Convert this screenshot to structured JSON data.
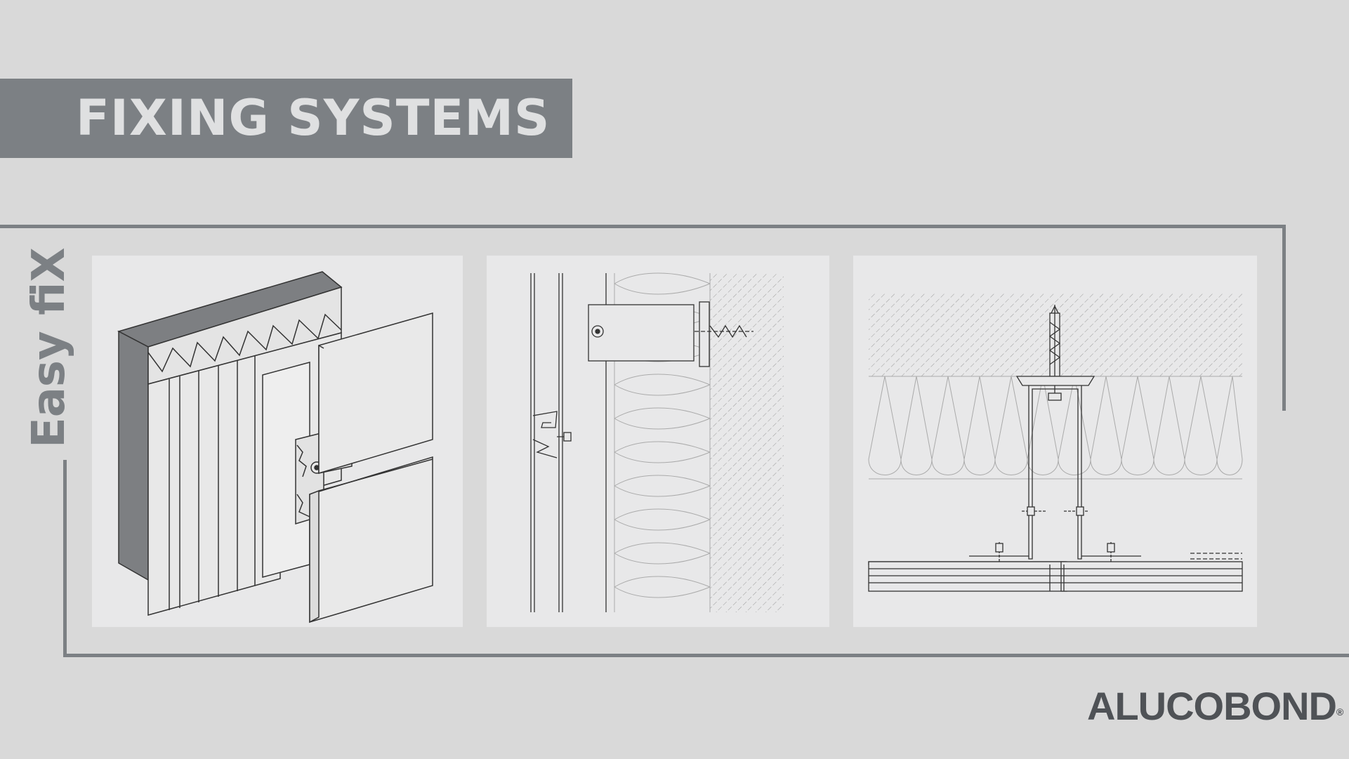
{
  "banner": {
    "title": "FIXING SYSTEMS"
  },
  "system_name": "Easy fiX",
  "brand": {
    "name": "ALUCOBOND",
    "registered": "®"
  },
  "colors": {
    "background": "#d9d9d9",
    "frame": "#7c8084",
    "banner_text": "#dfe0e1",
    "panel": "#e8e8e9",
    "line": "#333333",
    "logo": "#4f5256"
  },
  "illustrations": [
    {
      "id": "isometric-view"
    },
    {
      "id": "vertical-section"
    },
    {
      "id": "horizontal-section"
    }
  ]
}
